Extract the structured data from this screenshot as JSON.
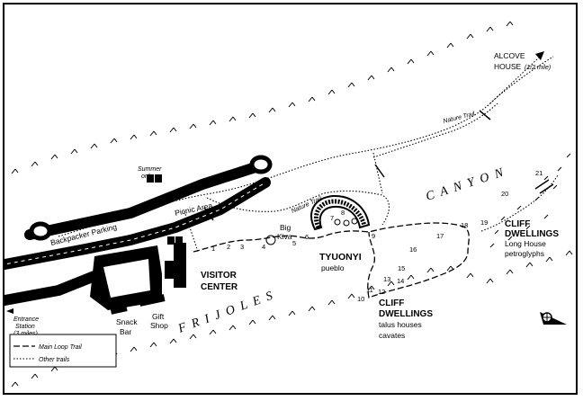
{
  "labels": {
    "alcove_house": "ALCOVE",
    "alcove_house_2": "HOUSE",
    "alcove_distance": "(1/2 mile)",
    "nature_trail_1": "Nature Trail",
    "nature_trail_2": "Nature Trail",
    "canyon": "CANYON",
    "frijoles": "FRIJOLES",
    "summer_only_1": "Summer",
    "summer_only_2": "only",
    "picnic_area": "Picnic Area",
    "backpacker_parking": "Backpacker Parking",
    "big_kiva_1": "Big",
    "big_kiva_2": "Kiva",
    "tyuonyi": "TYUONYI",
    "pueblo": "pueblo",
    "visitor_center_1": "VISITOR",
    "visitor_center_2": "CENTER",
    "snack_bar_1": "Snack",
    "snack_bar_2": "Bar",
    "gift_shop_1": "Gift",
    "gift_shop_2": "Shop",
    "entrance_1": "Entrance",
    "entrance_2": "Station",
    "entrance_3": "(3 miles)",
    "cliff_right_1": "CLIFF",
    "cliff_right_2": "DWELLINGS",
    "cliff_right_3": "Long House",
    "cliff_right_4": "petroglyphs",
    "cliff_left_1": "CLIFF",
    "cliff_left_2": "DWELLINGS",
    "cliff_left_3": "talus houses",
    "cliff_left_4": "cavates"
  },
  "legend": {
    "main_loop": "Main Loop Trail",
    "other_trails": "Other trails"
  },
  "stops": [
    "1",
    "2",
    "3",
    "4",
    "5",
    "6",
    "7",
    "8",
    "9",
    "10",
    "11",
    "12",
    "13",
    "14",
    "15",
    "16",
    "17",
    "18",
    "19",
    "20",
    "21"
  ]
}
